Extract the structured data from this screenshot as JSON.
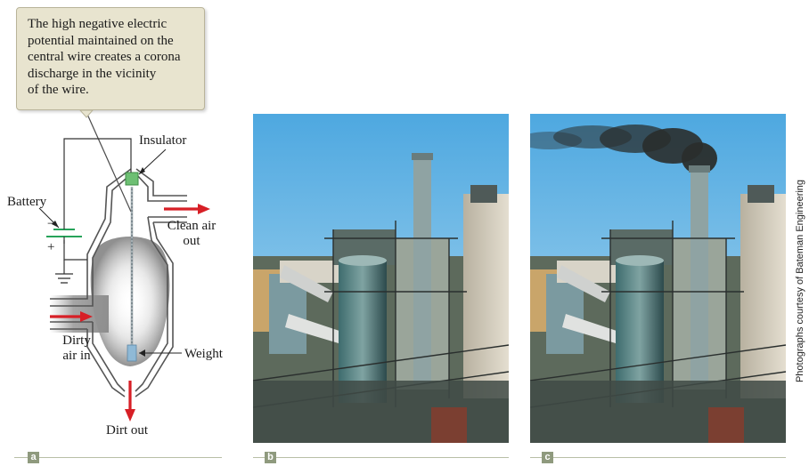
{
  "callout": {
    "lines": [
      "The high negative electric",
      "potential maintained on the",
      "central wire creates a corona",
      "discharge in the vicinity",
      "of the wire."
    ]
  },
  "labels": {
    "insulator": "Insulator",
    "battery": "Battery",
    "minus": "−",
    "plus": "+",
    "clean_air_1": "Clean air",
    "clean_air_2": "out",
    "dirty_air_1": "Dirty",
    "dirty_air_2": "air in",
    "weight": "Weight",
    "dirt_out": "Dirt out"
  },
  "panels": {
    "a": "a",
    "b": "b",
    "c": "c"
  },
  "credit": "Photographs courtesy of Bateman Engineering",
  "colors": {
    "callout_bg": "#e8e4cf",
    "arrow_red": "#d71f26",
    "insulator_green": "#6dbf73",
    "battery_green": "#27a35a",
    "weight_blue": "#8fb9d6",
    "panel_tag": "#8f9a7e",
    "smoke": "#2a2e2c",
    "sky": "#7fc3ea"
  }
}
